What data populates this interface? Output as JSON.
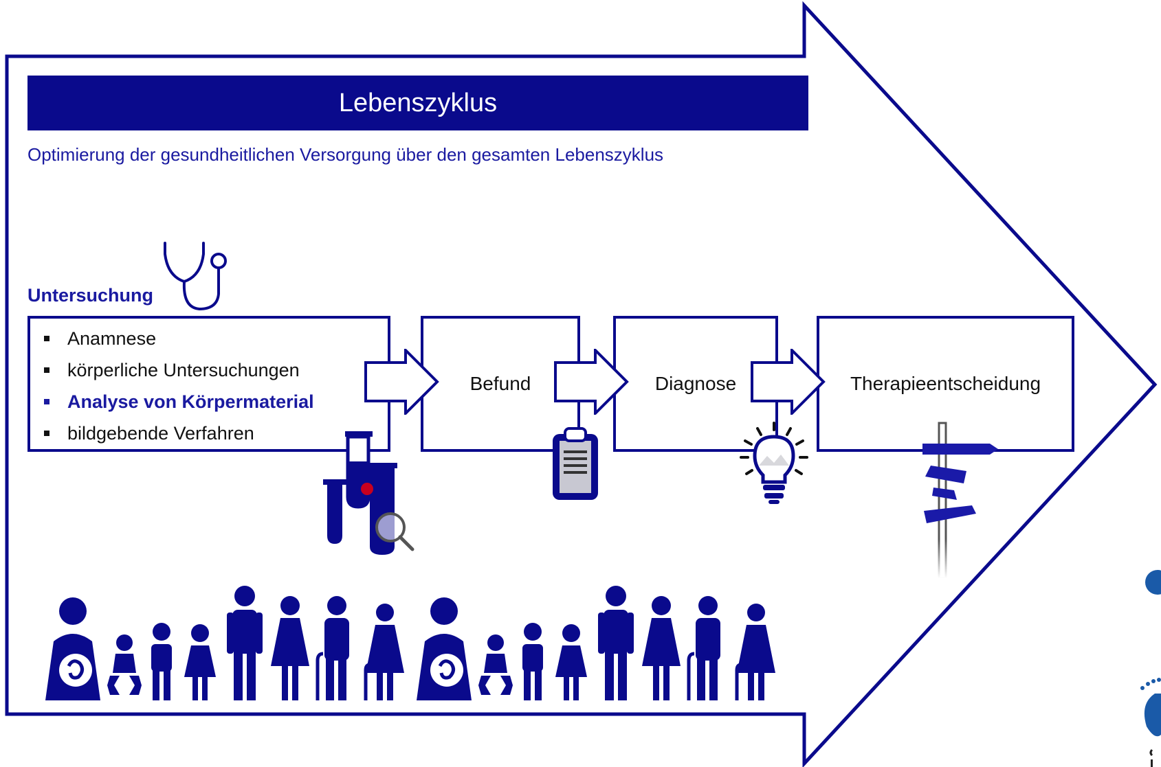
{
  "title": "Lebenszyklus",
  "subtitle": "Optimierung der gesundheitlichen Versorgung über den gesamten Lebenszyklus",
  "section_title": "Untersuchung",
  "examination_items": [
    {
      "label": "Anamnese",
      "highlighted": false
    },
    {
      "label": "körperliche Untersuchungen",
      "highlighted": false
    },
    {
      "label": "Analyse von Körpermaterial",
      "highlighted": true
    },
    {
      "label": "bildgebende Verfahren",
      "highlighted": false
    }
  ],
  "steps": {
    "befund": "Befund",
    "diagnose": "Diagnose",
    "therapie": "Therapieentscheidung"
  },
  "icons": [
    "stethoscope-icon",
    "test-tubes-icon",
    "magnifier-icon",
    "clipboard-icon",
    "lightbulb-icon",
    "signpost-icon",
    "people-lifecycle-icon"
  ],
  "colors": {
    "primary": "#0a0a8c",
    "accent_text": "#1a1aa0",
    "highlight_dot": "#c8001e"
  }
}
